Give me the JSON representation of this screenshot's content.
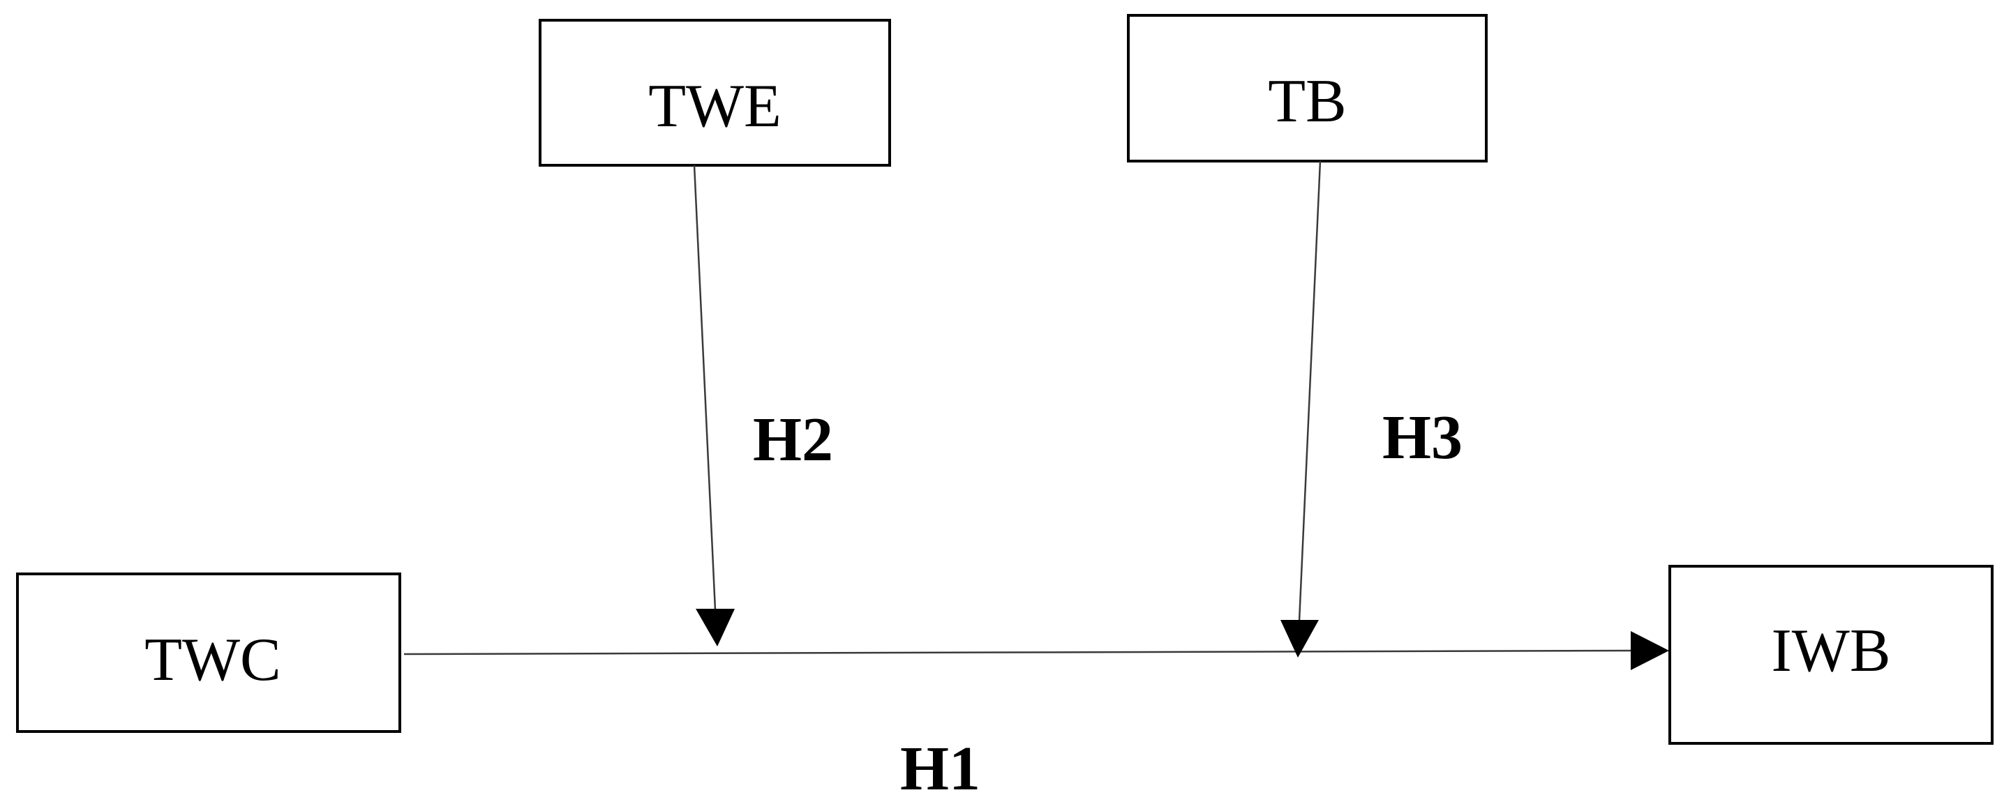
{
  "diagram": {
    "type": "research-model",
    "nodes": [
      {
        "id": "TWE",
        "label": "TWE",
        "role": "moderator"
      },
      {
        "id": "TB",
        "label": "TB",
        "role": "moderator"
      },
      {
        "id": "TWC",
        "label": "TWC",
        "role": "independent"
      },
      {
        "id": "IWB",
        "label": "IWB",
        "role": "dependent"
      }
    ],
    "edges": [
      {
        "from": "TWC",
        "to": "IWB",
        "label": "H1"
      },
      {
        "from": "TWE",
        "to": "TWC->IWB",
        "label": "H2"
      },
      {
        "from": "TB",
        "to": "TWC->IWB",
        "label": "H3"
      }
    ],
    "hypotheses": {
      "h1": "H1",
      "h2": "H2",
      "h3": "H3"
    }
  },
  "colors": {
    "background": "#ffffff",
    "stroke": "#000000",
    "line": "#3a3a3a"
  }
}
